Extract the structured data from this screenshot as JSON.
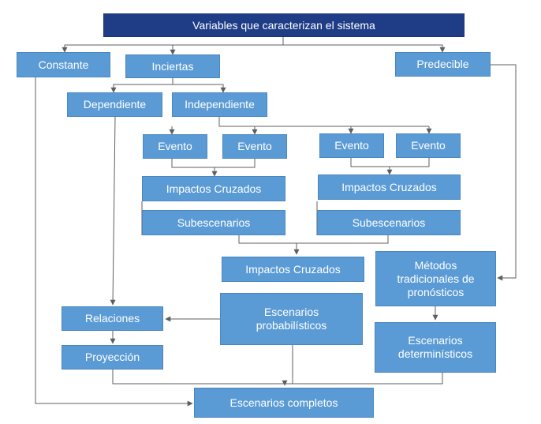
{
  "diagram": {
    "colors": {
      "box": "#5b9bd5",
      "title_box": "#1f3d87",
      "connector": "#5f5f5f",
      "text": "#ffffff"
    },
    "nodes": {
      "title": "Variables que caracterizan el sistema",
      "constante": "Constante",
      "inciertas": "Inciertas",
      "predecible": "Predecible",
      "dependiente": "Dependiente",
      "independiente": "Independiente",
      "evento_1": "Evento",
      "evento_2": "Evento",
      "evento_3": "Evento",
      "evento_4": "Evento",
      "impactos_left": "Impactos Cruzados",
      "impactos_right": "Impactos Cruzados",
      "subescenarios_left": "Subescenarios",
      "subescenarios_right": "Subescenarios",
      "impactos_center": "Impactos Cruzados",
      "metodos": "Métodos\ntradicionales de\npronósticos",
      "relaciones": "Relaciones",
      "probabilisticos": "Escenarios\nprobabilísticos",
      "deterministicos": "Escenarios\ndeterminísticos",
      "proyeccion": "Proyección",
      "completos": "Escenarios completos"
    }
  }
}
